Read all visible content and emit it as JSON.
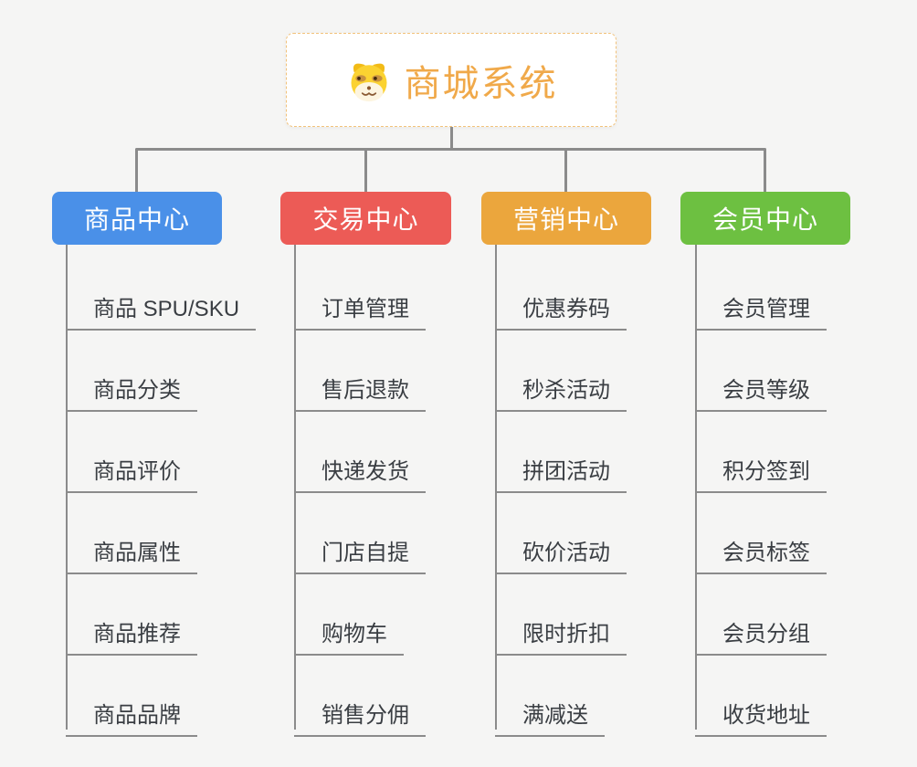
{
  "root": {
    "title": "商城系统",
    "title_color": "#f0a94a",
    "border_color": "#f2c27a",
    "icon": "dog-face-icon"
  },
  "colors": {
    "background": "#f5f5f4",
    "connector": "#8b8b8b",
    "leaf_text": "#3a3e43"
  },
  "branches": [
    {
      "label": "商品中心",
      "color": "#4a90e8",
      "items": [
        "商品 SPU/SKU",
        "商品分类",
        "商品评价",
        "商品属性",
        "商品推荐",
        "商品品牌"
      ]
    },
    {
      "label": "交易中心",
      "color": "#ec5b56",
      "items": [
        "订单管理",
        "售后退款",
        "快递发货",
        "门店自提",
        "购物车",
        "销售分佣"
      ]
    },
    {
      "label": "营销中心",
      "color": "#eba63d",
      "items": [
        "优惠券码",
        "秒杀活动",
        "拼团活动",
        "砍价活动",
        "限时折扣",
        "满减送"
      ]
    },
    {
      "label": "会员中心",
      "color": "#6dc041",
      "items": [
        "会员管理",
        "会员等级",
        "积分签到",
        "会员标签",
        "会员分组",
        "收货地址"
      ]
    }
  ]
}
